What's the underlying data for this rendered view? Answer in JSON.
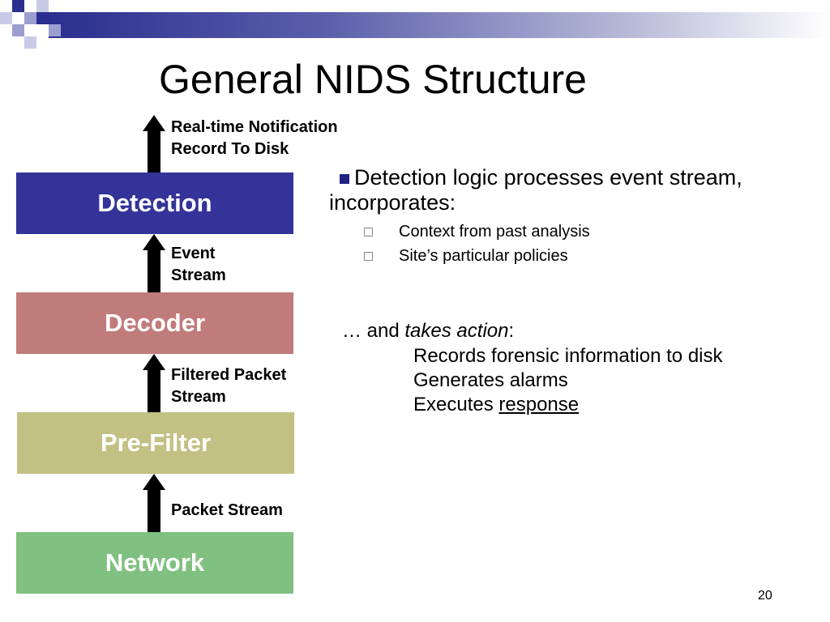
{
  "slide": {
    "title": "General NIDS Structure",
    "page_number": "20"
  },
  "colors": {
    "header_band": "#2b2f8f",
    "detection": "#333399",
    "decoder": "#c07b7b",
    "prefilter": "#c2c083",
    "network": "#80c080",
    "bullet": "#1f2283"
  },
  "stack": {
    "detection": "Detection",
    "decoder": "Decoder",
    "prefilter": "Pre-Filter",
    "network": "Network"
  },
  "arrows": {
    "top_label_1": "Real-time Notification",
    "top_label_2": "Record To Disk",
    "event_label_1": "Event",
    "event_label_2": "Stream",
    "filtered_label_1": "Filtered Packet",
    "filtered_label_2": "Stream",
    "packet_label": "Packet Stream"
  },
  "content": {
    "bullet_line_1": "Detection logic processes event stream,",
    "bullet_line_2": "incorporates:",
    "sub_items": [
      "Context from past analysis",
      "Site’s particular policies"
    ],
    "action_prefix": "… and ",
    "action_emphasis": "takes action",
    "action_suffix": ":",
    "actions": [
      "Records forensic information to disk",
      "Generates alarms"
    ],
    "executes_prefix": "Executes ",
    "executes_link": "response"
  }
}
